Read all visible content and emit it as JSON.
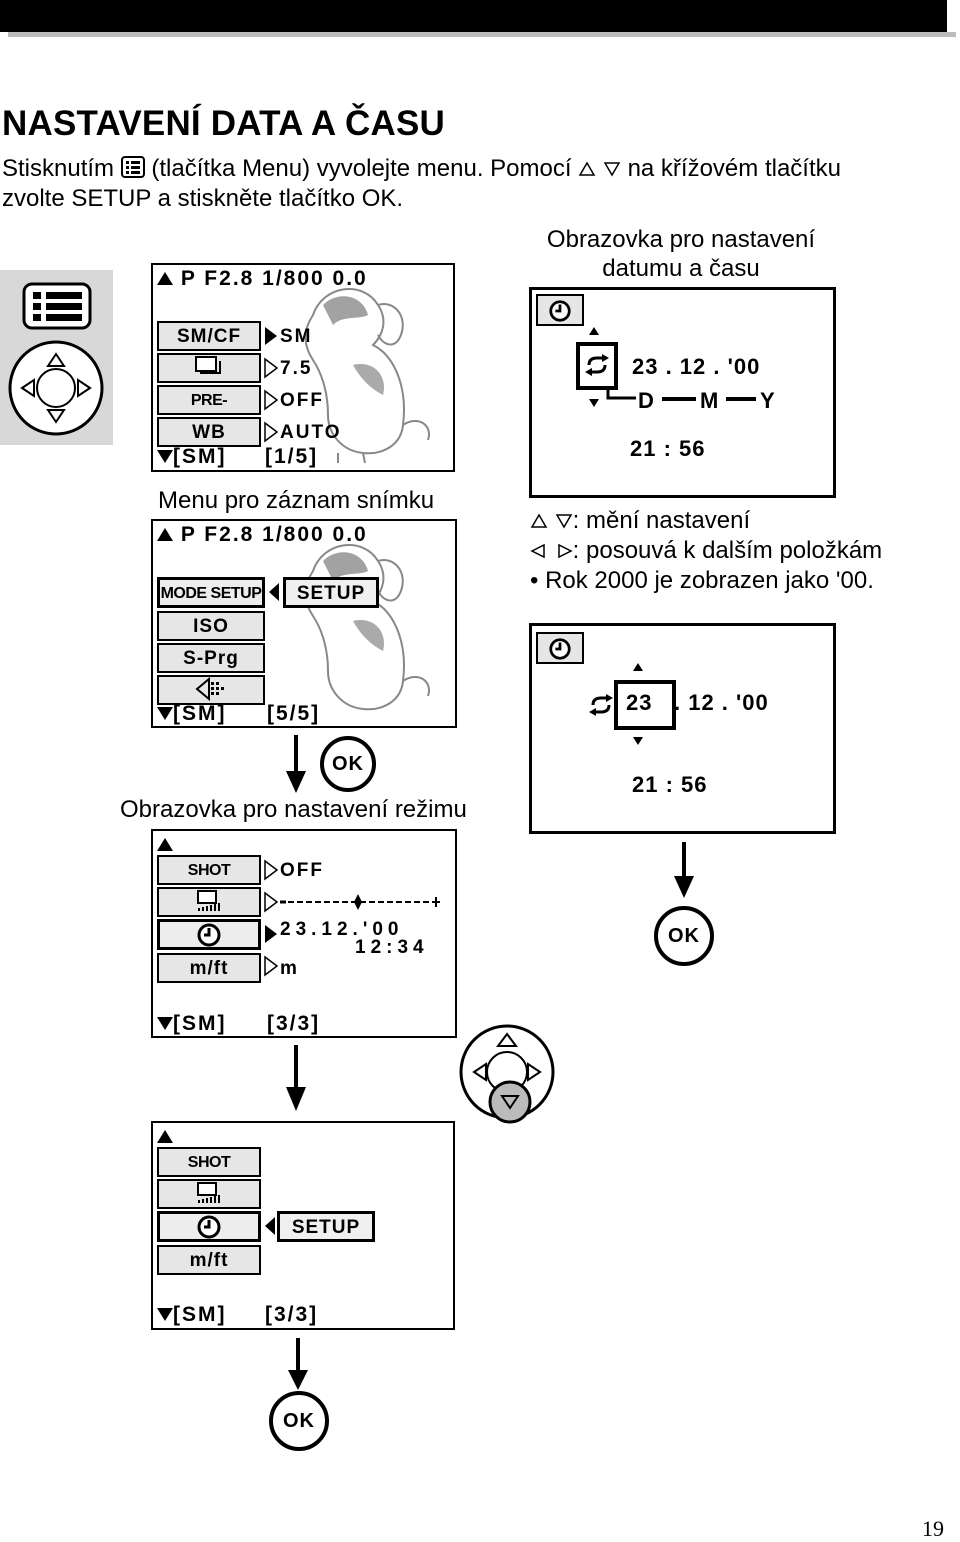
{
  "heading": "NASTAVENÍ DATA A ČASU",
  "intro": {
    "part1": "Stisknutím",
    "part2": "(tlačítka Menu) vyvolejte menu. Pomocí",
    "part3": "na křížovém tlačítku",
    "line2": "zvolte SETUP a stiskněte tlačítko OK."
  },
  "captions": {
    "datetime_screen_1": "Obrazovka pro nastavení",
    "datetime_screen_2": "datumu a času",
    "record_menu": "Menu pro záznam snímku",
    "mode_screen": "Obrazovka pro nastavení režimu"
  },
  "notes": {
    "updown": ": mění nastavení",
    "leftright": ": posouvá k dalším položkám",
    "year": "• Rok 2000 je zobrazen jako '00."
  },
  "screen1": {
    "top": "P  F2.8   1/800    0.0",
    "tabs": [
      "SM/CF",
      "",
      "PRE-CAPTURE",
      "WB"
    ],
    "values": [
      "SM",
      "7.5",
      "OFF",
      "AUTO"
    ],
    "bottom_left": "[SM]",
    "bottom_right": "[1/5]"
  },
  "screen2": {
    "top": "P  F2.8   1/800    0.0",
    "tabs": [
      "MODE SETUP",
      "ISO",
      "S-Prg",
      ""
    ],
    "value": "SETUP",
    "bottom_left": "[SM]",
    "bottom_right": "[5/5]"
  },
  "screen3": {
    "tabs": [
      "SHOT CANCEL",
      "",
      "",
      "m/ft"
    ],
    "values": [
      "OFF",
      "23.12.'00",
      "12:34",
      "m"
    ],
    "bottom_left": "[SM]",
    "bottom_right": "[3/3]"
  },
  "screen4": {
    "tabs": [
      "SHOT CANCEL",
      "",
      "",
      "m/ft"
    ],
    "value": "SETUP",
    "bottom_left": "[SM]",
    "bottom_right": "[3/3]"
  },
  "datetime1": {
    "date": "23 . 12 . '00",
    "order_d": "D",
    "order_m": "M",
    "order_y": "Y",
    "time": "21 : 56"
  },
  "datetime2": {
    "day": "23",
    "rest": ". 12 . '00",
    "time": "21 : 56"
  },
  "ok_label": "OK",
  "page_number": "19"
}
